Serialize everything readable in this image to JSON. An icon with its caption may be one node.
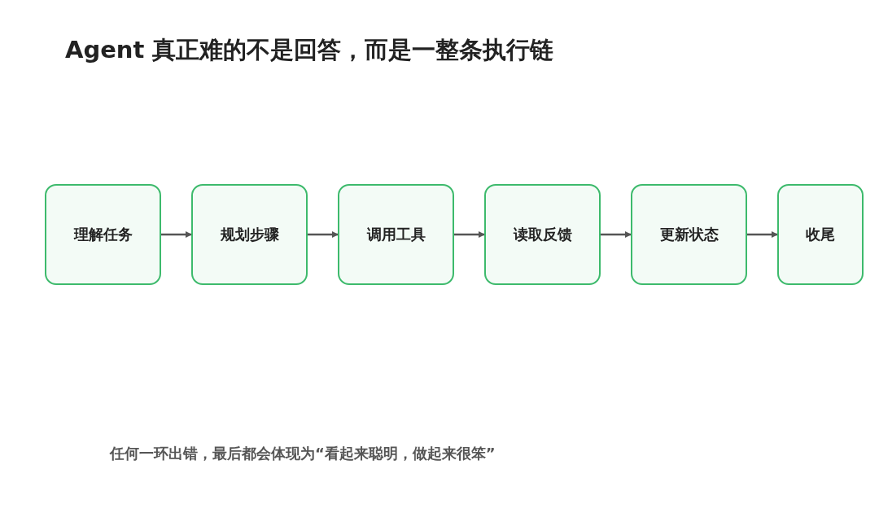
{
  "diagram": {
    "title": "Agent 真正难的不是回答，而是一整条执行链",
    "caption": "任何一环出错，最后都会体现为“看起来聪明，做起来很笨”",
    "nodes": [
      {
        "text": [
          "理解任务"
        ]
      },
      {
        "text": [
          "规划步骤"
        ]
      },
      {
        "text": [
          "调用工具"
        ]
      },
      {
        "text": [
          "读取反馈"
        ]
      },
      {
        "text": [
          "更新状态"
        ]
      },
      {
        "text": [
          "收尾"
        ]
      }
    ],
    "edges": [
      {
        "from": 0,
        "to": 1,
        "arrow": "to"
      },
      {
        "from": 1,
        "to": 2,
        "arrow": "to"
      },
      {
        "from": 2,
        "to": 3,
        "arrow": "to"
      },
      {
        "from": 3,
        "to": 4,
        "arrow": "to"
      },
      {
        "from": 4,
        "to": 5,
        "arrow": "to"
      }
    ]
  }
}
